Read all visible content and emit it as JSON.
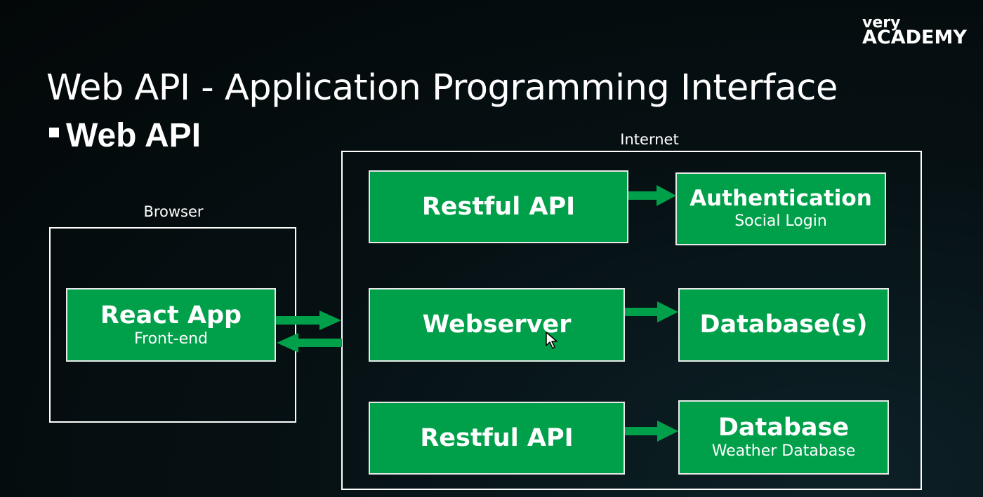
{
  "logo": {
    "line1": "very",
    "line2": "ACADEMY"
  },
  "slide": {
    "title": "Web API - Application Programming Interface",
    "subtitle": "Web API"
  },
  "browser": {
    "label": "Browser",
    "react_app": {
      "title": "React App",
      "subtitle": "Front-end"
    }
  },
  "internet": {
    "label": "Internet",
    "rows": [
      {
        "left": "Restful API",
        "right_title": "Authentication",
        "right_subtitle": "Social Login"
      },
      {
        "left": "Webserver",
        "right_title": "Database(s)",
        "right_subtitle": ""
      },
      {
        "left": "Restful API",
        "right_title": "Database",
        "right_subtitle": "Weather Database"
      }
    ]
  },
  "colors": {
    "box_fill": "#00a04a",
    "arrow": "#00a04a",
    "background": "#061114"
  },
  "icons": {
    "bullet": "square-bullet-icon",
    "cursor": "mouse-cursor-icon"
  }
}
